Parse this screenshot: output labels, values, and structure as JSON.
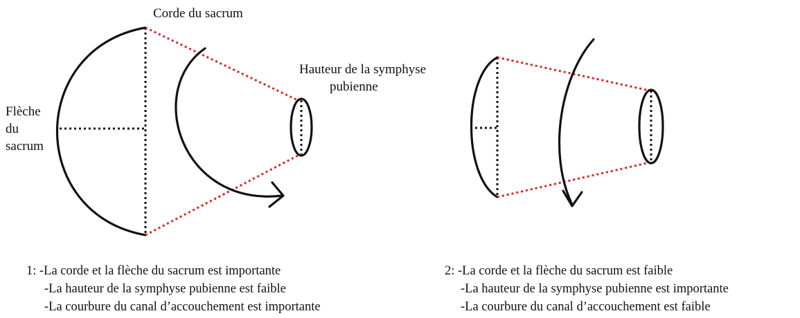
{
  "colors": {
    "stroke": "#111111",
    "dotted_red": "#e0211f",
    "dotted_black": "#111111",
    "background": "#ffffff"
  },
  "figure1": {
    "label_corde": "Corde du sacrum",
    "label_fleche": [
      "Flèche",
      "du",
      "sacrum"
    ],
    "label_hauteur": [
      "Hauteur de la symphyse",
      "pubienne"
    ],
    "caption": [
      "1: -La corde et la flèche du sacrum est importante",
      "-La hauteur de la symphyse pubienne est faible",
      "-La courbure du canal d’accouchement est importante"
    ]
  },
  "figure2": {
    "caption": [
      "2: -La corde et la flèche du sacrum est faible",
      "-La hauteur de la symphyse pubienne est importante",
      "-La courbure du canal d’accouchement est faible"
    ]
  }
}
